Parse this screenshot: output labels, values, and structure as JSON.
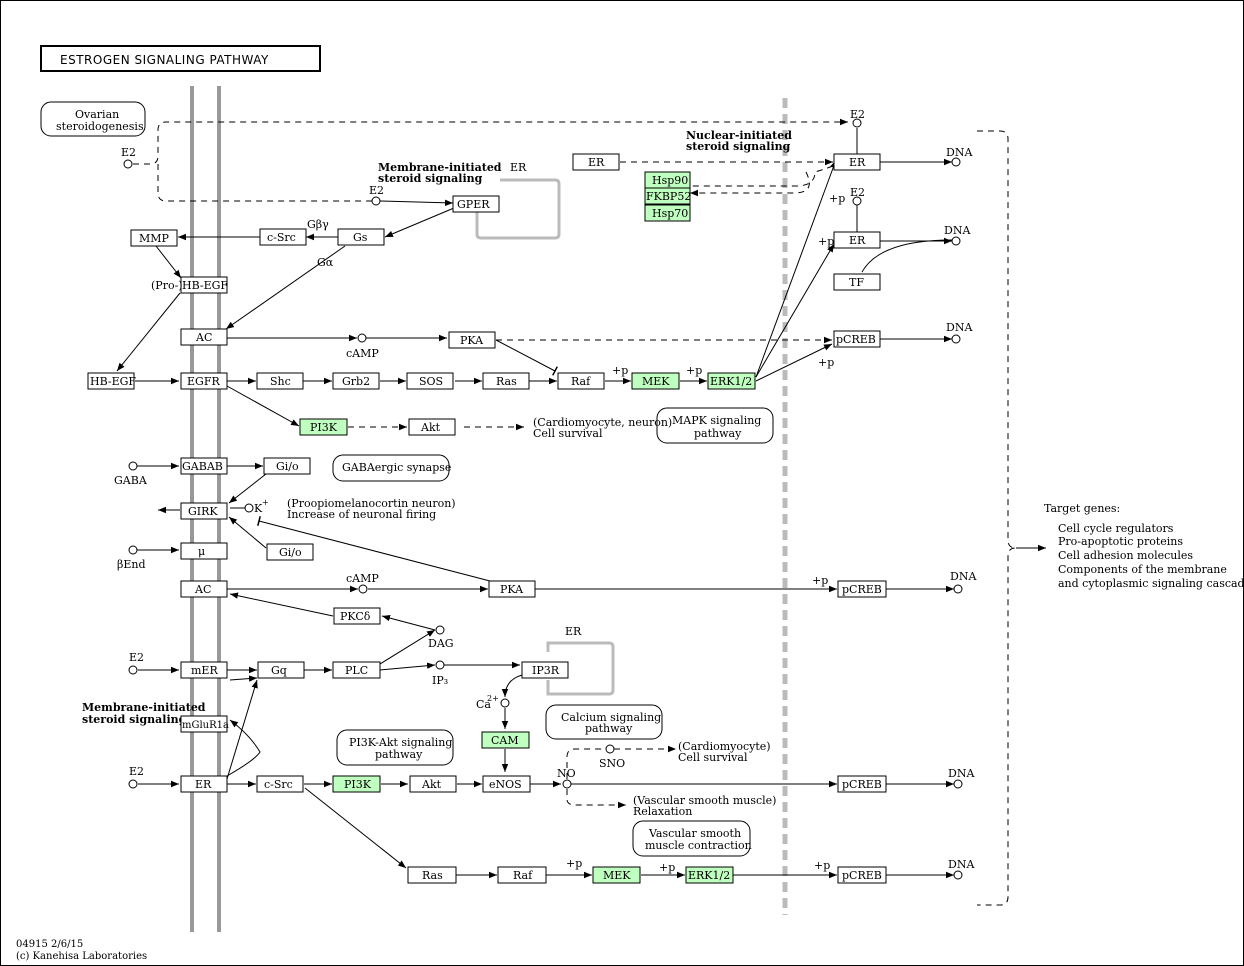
{
  "title": "ESTROGEN SIGNALING PATHWAY",
  "footer": {
    "line1": "04915 2/6/15",
    "line2": "(c) Kanehisa Laboratories"
  },
  "colors": {
    "highlight": "#bfffbf",
    "membrane": "#999999",
    "nuclear_membrane": "#bbbbbb"
  },
  "genes": {
    "hsp90": "Hsp90",
    "fkbp52": "FKBP52",
    "hsp70": "Hsp70",
    "er": "ER",
    "gper": "GPER",
    "gs": "Gs",
    "csrc": "c-Src",
    "mmp": "MMP",
    "hbegf": "HB-EGF",
    "ac": "AC",
    "pka": "PKA",
    "egfr": "EGFR",
    "shc": "Shc",
    "grb2": "Grb2",
    "sos": "SOS",
    "ras": "Ras",
    "raf": "Raf",
    "mek": "MEK",
    "erk": "ERK1/2",
    "pi3k": "PI3K",
    "akt": "Akt",
    "gabab": "GABAB",
    "gio": "Gi/o",
    "girk": "GIRK",
    "mu": "μ",
    "pkcd": "PKCδ",
    "mer": "mER",
    "gq": "Gq",
    "plc": "PLC",
    "ip3r": "IP3R",
    "cam": "CAM",
    "enos": "eNOS",
    "mglur": "mGluR1a",
    "pcreb": "pCREB",
    "tf": "TF"
  },
  "compounds": {
    "e2": "E2",
    "camp": "cAMP",
    "gaba": "GABA",
    "bend": "βEnd",
    "dag": "DAG",
    "ip3": "IP₃",
    "ca": "Ca",
    "ca_sup": "2+",
    "no": "NO",
    "sno": "SNO",
    "k": "K",
    "k_sup": "+",
    "dna": "DNA"
  },
  "pathways": {
    "ovarian1": "Ovarian",
    "ovarian2": "steroidogenesis",
    "mapk1": "MAPK signaling",
    "mapk2": "pathway",
    "gaba": "GABAergic synapse",
    "calcium1": "Calcium signaling",
    "calcium2": "pathway",
    "pi3kakt1": "PI3K-Akt signaling",
    "pi3kakt2": "pathway",
    "vsm1": "Vascular smooth",
    "vsm2": "muscle contraction"
  },
  "labels": {
    "membrane_initiated_1": "Membrane-initiated",
    "membrane_initiated_2": "steroid signaling",
    "nuclear_initiated_1": "Nuclear-initiated",
    "nuclear_initiated_2": "steroid signaling",
    "er_region": "ER",
    "gbg": "Gβγ",
    "ga": "Gα",
    "pro": "(Pro-)",
    "plus_p": "+p",
    "cardio1": "(Cardiomyocyte, neuron)",
    "cardio2": "Cell survival",
    "pomc1": "(Proopiomelanocortin neuron)",
    "pomc2": "Increase of neuronal  firing",
    "cardio3": "(Cardiomyocyte)",
    "cardio4": "Cell survival",
    "vsm_a": "(Vascular smooth muscle)",
    "vsm_b": "Relaxation",
    "target_title": "Target genes:",
    "target_1": "Cell cycle regulators",
    "target_2": "Pro-apoptotic proteins",
    "target_3": "Cell adhesion molecules",
    "target_4": "Components of the membrane",
    "target_5": "and cytoplasmic signaling cascade"
  }
}
